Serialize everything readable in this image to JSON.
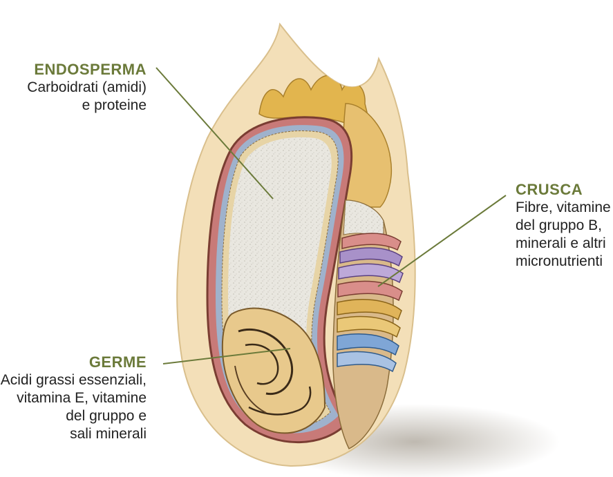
{
  "labels": {
    "endosperma": {
      "title": "ENDOSPERMA",
      "lines": [
        "Carboidrati (amidi)",
        "e proteine"
      ]
    },
    "crusca": {
      "title": "CRUSCA",
      "lines": [
        "Fibre, vitamine",
        "del gruppo B,",
        "minerali e altri",
        "micronutrienti"
      ]
    },
    "germe": {
      "title": "GERME",
      "lines": [
        "Acidi grassi essenziali,",
        "vitamina E, vitamine",
        "del gruppo  e",
        "sali minerali"
      ]
    }
  },
  "colors": {
    "title": "#6b7a3a",
    "leader": "#6b7a3a",
    "husk": "#f3dfb8",
    "endosperm": "#e6e4dd",
    "germ": "#e8c98c",
    "bran_pink": "#d98e8a",
    "bran_purple": "#a891c9",
    "bran_gold": "#e0b45a",
    "bran_blue": "#7fa6d6"
  }
}
